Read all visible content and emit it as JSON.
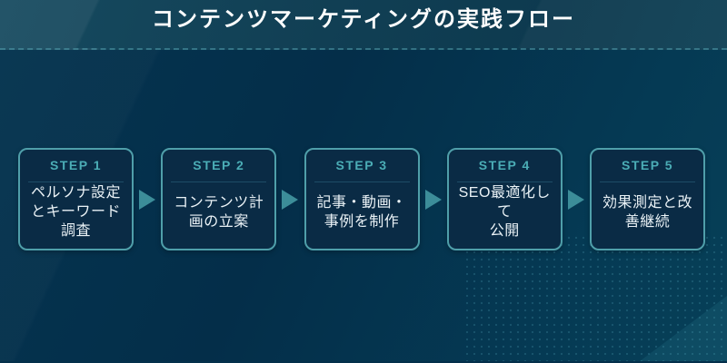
{
  "colors": {
    "title": "#ffffff",
    "accent": "#4fa9b4",
    "card_bg": "#0a2b45",
    "card_border": "#4f9faa",
    "step_label": "#4badb6",
    "step_divider": "#1e4d66",
    "text": "#eaf2f6",
    "arrow": "#3c8d99",
    "header_bg": "#113f54",
    "body_bg": "#04304b"
  },
  "header": {
    "title": "コンテンツマーケティングの実践フロー"
  },
  "flow": {
    "steps": [
      {
        "label": "STEP 1",
        "lines": [
          "ペルソナ設定",
          "とキーワード",
          "調査"
        ]
      },
      {
        "label": "STEP 2",
        "lines": [
          "コンテンツ計",
          "画の立案"
        ]
      },
      {
        "label": "STEP 3",
        "lines": [
          "記事・動画・",
          "事例を制作"
        ]
      },
      {
        "label": "STEP 4",
        "lines": [
          "SEO最適化して",
          "公開"
        ]
      },
      {
        "label": "STEP 5",
        "lines": [
          "効果測定と改",
          "善継続"
        ]
      }
    ]
  }
}
